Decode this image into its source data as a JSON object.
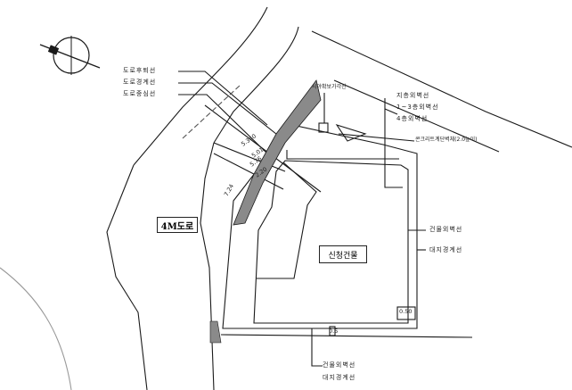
{
  "compass": {
    "icon": "north-arrow-icon"
  },
  "labels": {
    "road_boundary_after_widening": "도로후퇴선",
    "road_boundary": "도로경계선",
    "road_centerline": "도로중심선",
    "road_name": "4M도로",
    "sight_triangle": "시야확보가각선",
    "front_setback": "지층외벽선",
    "floors_1_3_setback": "1~3층외벽선",
    "floor_4_setback": "4층외벽선",
    "concrete_block_wall": "콘크리트계단벽체(2.0높이)",
    "new_building": "신청건물",
    "right_building_wall": "건물외벽선",
    "right_site_boundary": "대지경계선",
    "bottom_building_wall": "건물외벽선",
    "bottom_site_boundary": "대지경계선"
  },
  "dimensions": {
    "d1": "5.340",
    "d2": "5.01",
    "d3": "5.76",
    "d4": "2.20",
    "d5": "7.24",
    "d6": "0.50",
    "d7": "0.5"
  },
  "colors": {
    "line": "#1a1a1a",
    "hatch": "#8a8a8a"
  }
}
